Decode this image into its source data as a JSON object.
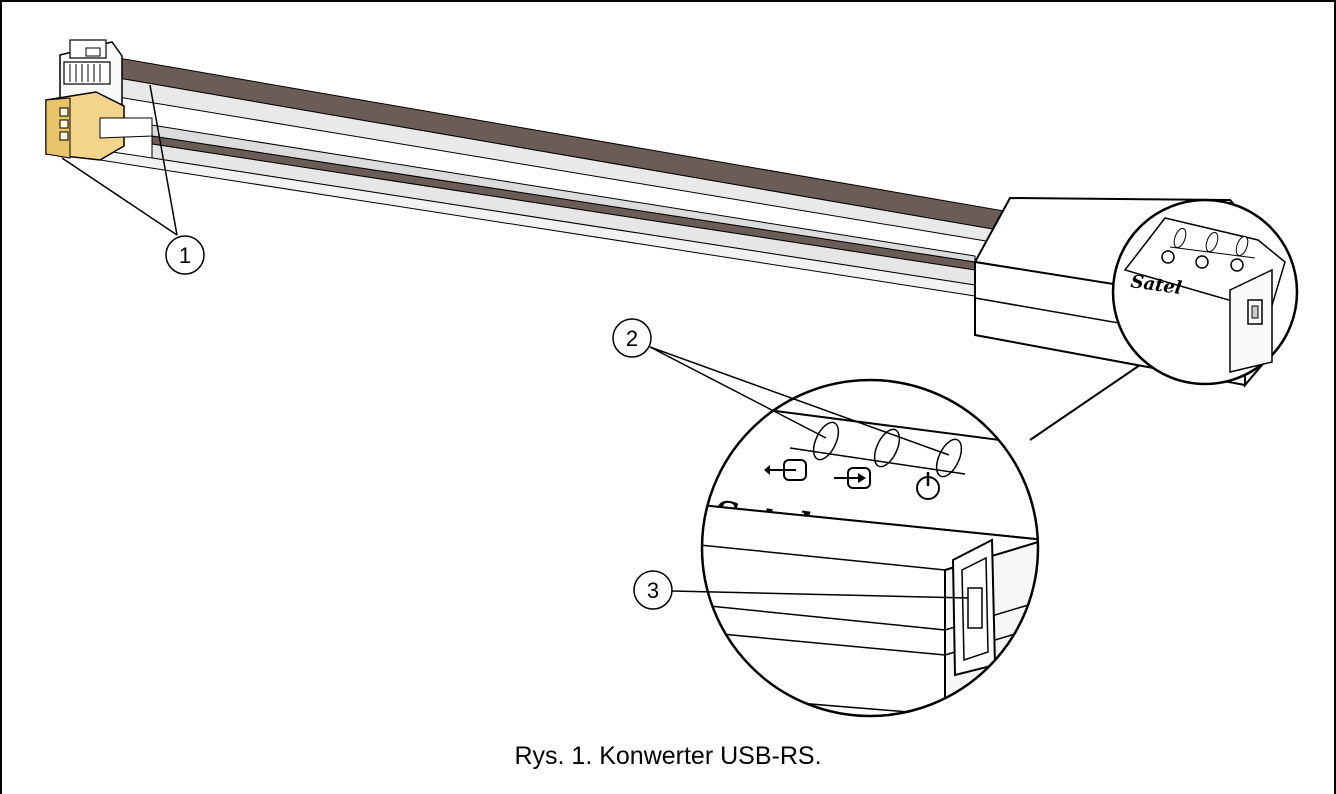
{
  "figure": {
    "caption": "Rys. 1. Konwerter USB-RS.",
    "callouts": [
      "1",
      "2",
      "3"
    ],
    "brand_logo": "Satel",
    "led_icons": [
      "data-in-icon",
      "data-out-icon",
      "power-icon"
    ]
  },
  "colors": {
    "cable_brown": "#6b5d55",
    "cable_grey": "#e6e6e6",
    "connector_yellow": "#f2d58a",
    "outline": "#000000"
  }
}
